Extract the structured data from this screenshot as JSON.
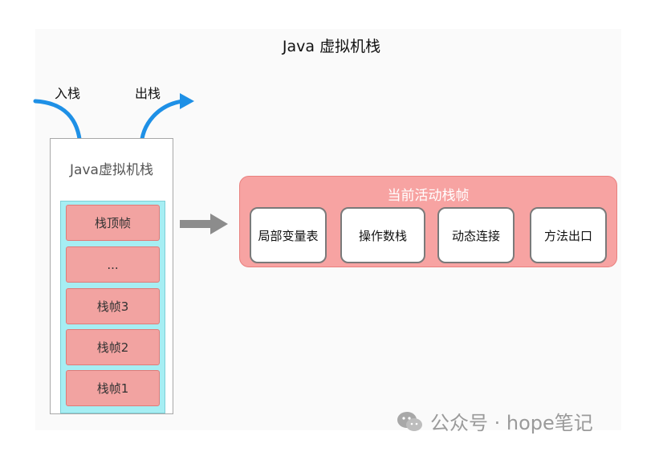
{
  "diagram": {
    "title": "Java 虚拟机栈",
    "push_label": "入栈",
    "pop_label": "出栈",
    "stack": {
      "title": "Java虚拟机栈",
      "frames": [
        "栈顶帧",
        "...",
        "栈帧3",
        "栈帧2",
        "栈帧1"
      ]
    },
    "active_frame": {
      "title": "当前活动栈帧",
      "parts": [
        "局部变量表",
        "操作数栈",
        "动态连接",
        "方法出口"
      ]
    },
    "colors": {
      "arrow_blue": "#1e90e6",
      "frame_red": "#f2a3a1",
      "stack_cyan": "#a6eef3",
      "big_arrow_gray": "#8c8c8c"
    }
  },
  "watermark": {
    "text": "公众号 · hope笔记",
    "icon": "wechat-icon"
  }
}
